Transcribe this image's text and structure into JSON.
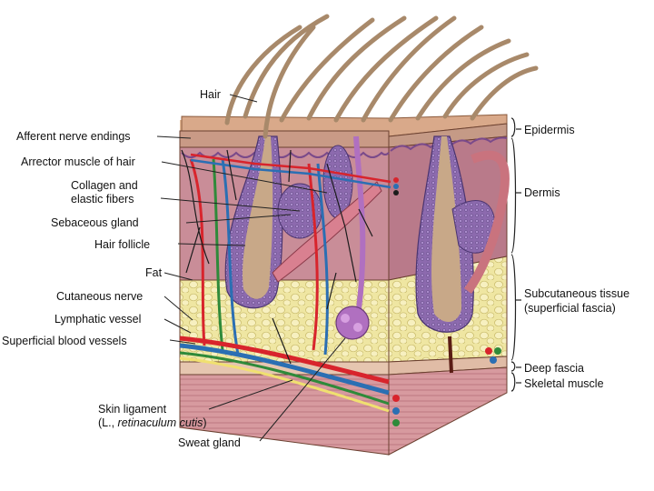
{
  "labels_left": {
    "hair": "Hair",
    "afferent": "Afferent nerve endings",
    "arrector": "Arrector muscle of hair",
    "collagen_1": "Collagen and",
    "collagen_2": "elastic fibers",
    "sebaceous": "Sebaceous gland",
    "follicle": "Hair follicle",
    "fat": "Fat",
    "cutaneous": "Cutaneous nerve",
    "lymphatic": "Lymphatic vessel",
    "superficial": "Superficial blood vessels",
    "ligament_1": "Skin ligament",
    "ligament_2a": "(L., ",
    "ligament_2b": "retinaculum cutis",
    "ligament_2c": ")",
    "sweat": "Sweat gland"
  },
  "labels_right": {
    "epidermis": "Epidermis",
    "dermis": "Dermis",
    "subcut_1": "Subcutaneous tissue",
    "subcut_2": "(superficial fascia)",
    "deep_fascia": "Deep fascia",
    "skeletal": "Skeletal muscle"
  },
  "colors": {
    "epidermis": "#d9a98a",
    "dermis": "#c98d98",
    "dermis_side": "#b97a8a",
    "fat": "#efe6a2",
    "muscle": "#d79a9f",
    "follicle": "#7a5a9e",
    "hair": "#a8896a",
    "artery": "#d8242c",
    "vein": "#2b6fb3",
    "lymph": "#2f8a3a",
    "nerve": "#f0e070",
    "gland": "#b070c0"
  }
}
